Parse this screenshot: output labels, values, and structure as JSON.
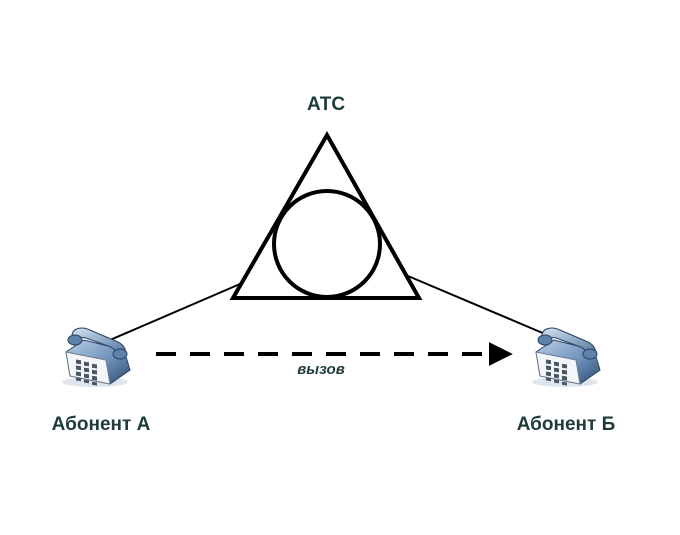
{
  "diagram": {
    "exchange": {
      "label": "АТС",
      "icon": "telephone-exchange-symbol-icon"
    },
    "subscriber_a": {
      "label": "Абонент А",
      "icon": "desk-telephone-icon"
    },
    "subscriber_b": {
      "label": "Абонент Б",
      "icon": "desk-telephone-icon"
    },
    "call": {
      "label": "вызов",
      "from": "subscriber_a",
      "to": "subscriber_b",
      "style": "dashed-arrow"
    },
    "colors": {
      "label_text": "#1f3a3a",
      "lines": "#000000",
      "phone_body_dark": "#3d5f86",
      "phone_body_light": "#9db8d6",
      "phone_keypad": "#eef2f6"
    }
  }
}
